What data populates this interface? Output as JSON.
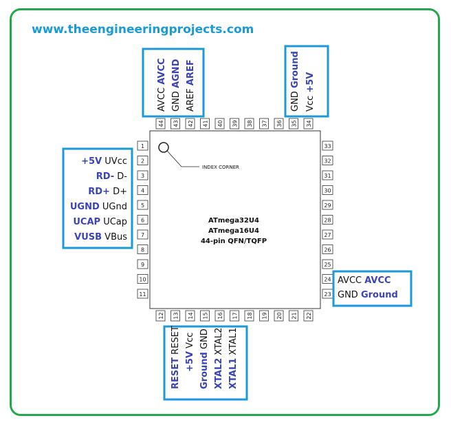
{
  "site_url": "www.theengineeringprojects.com",
  "chip": {
    "line1": "ATmega32U4",
    "line2": "ATmega16U4",
    "line3": "44-pin QFN/TQFP",
    "index_label": "INDEX CORNER"
  },
  "pins": {
    "left": [
      "1",
      "2",
      "3",
      "4",
      "5",
      "6",
      "7",
      "8",
      "9",
      "10",
      "11"
    ],
    "bottom": [
      "12",
      "13",
      "14",
      "15",
      "16",
      "17",
      "18",
      "19",
      "20",
      "21",
      "22"
    ],
    "right": [
      "23",
      "24",
      "25",
      "26",
      "27",
      "28",
      "29",
      "30",
      "31",
      "32",
      "33"
    ],
    "top": [
      "44",
      "43",
      "42",
      "41",
      "40",
      "39",
      "38",
      "37",
      "36",
      "35",
      "34"
    ]
  },
  "labels": {
    "left": [
      {
        "blue": "+5V",
        "black": "UVcc"
      },
      {
        "blue": "RD-",
        "black": "D-"
      },
      {
        "blue": "RD+",
        "black": "D+"
      },
      {
        "blue": "UGND",
        "black": "UGnd"
      },
      {
        "blue": "UCAP",
        "black": "UCap"
      },
      {
        "blue": "VUSB",
        "black": "VBus"
      }
    ],
    "top_group1": [
      {
        "black": "AVCC",
        "blue": "AVCC"
      },
      {
        "black": "GND",
        "blue": "AGND"
      },
      {
        "black": "AREF",
        "blue": "AREF"
      }
    ],
    "top_group2": [
      {
        "black": "GND",
        "blue": "Ground"
      },
      {
        "black": "Vcc",
        "blue": "+5V"
      }
    ],
    "right": [
      {
        "black": "AVCC",
        "blue": "AVCC"
      },
      {
        "black": "GND",
        "blue": "Ground"
      }
    ],
    "bottom": [
      {
        "black": "RESET",
        "blue": "RESET"
      },
      {
        "black": "Vcc",
        "blue": "+5V"
      },
      {
        "black": "GND",
        "blue": "Ground"
      },
      {
        "black": "XTAL2",
        "blue": "XTAL2"
      },
      {
        "black": "XTAL1",
        "blue": "XTAL1"
      }
    ]
  },
  "colors": {
    "frame": "#22a84a",
    "highlight": "#1a9ad6",
    "label_blue": "#3a44b8"
  }
}
